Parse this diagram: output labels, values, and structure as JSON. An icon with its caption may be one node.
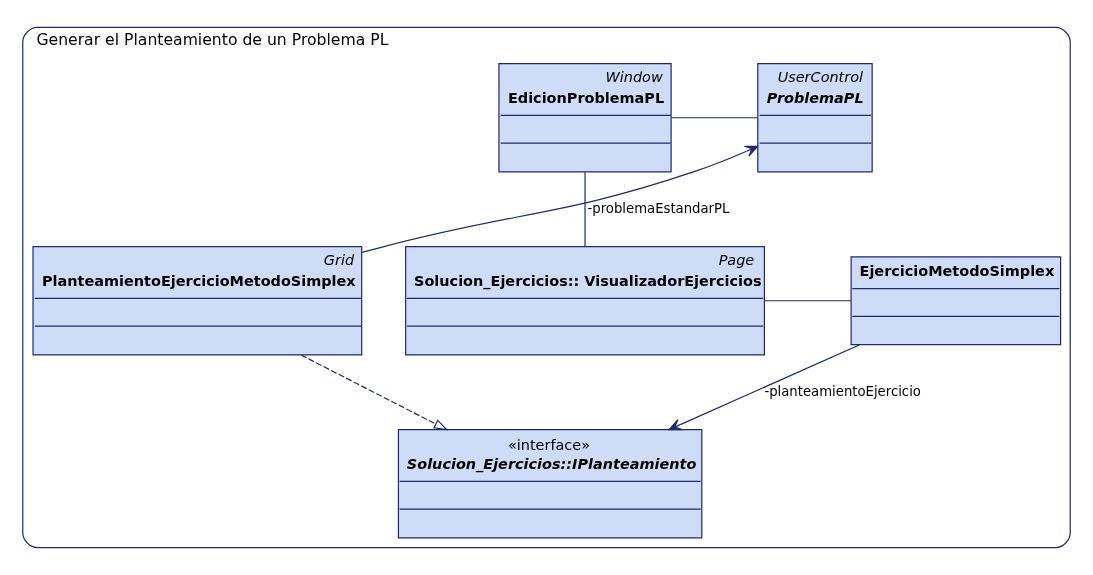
{
  "diagram": {
    "nodes": [
      {
        "text": [
          "Generar el Planteamiento de un Problema PL"
        ]
      },
      {
        "text": [
          "Window",
          "EdicionProblemaPL"
        ],
        "in": 0
      },
      {
        "text": [
          "UserControl",
          "ProblemaPL"
        ],
        "in": 0
      },
      {
        "text": [
          "Page",
          "Solucion_Ejercicios:: VisualizadorEjercicios"
        ],
        "in": 0
      },
      {
        "text": [
          "EjercicioMetodoSimplex"
        ],
        "in": 0
      },
      {
        "text": [
          "Grid",
          "PlanteamientoEjercicioMetodoSimplex"
        ],
        "in": 0
      },
      {
        "text": [
          "«interface»",
          "Solucion_Ejercicios::IPlanteamiento"
        ],
        "in": 0
      }
    ],
    "edges": [
      {
        "from": 1,
        "to": 2,
        "arrow": "none"
      },
      {
        "from": 1,
        "to": 3,
        "arrow": "none"
      },
      {
        "from": 3,
        "to": 4,
        "arrow": "none"
      },
      {
        "from": 5,
        "to": 2,
        "arrow": "to",
        "label": "-problemaEstandarPL"
      },
      {
        "from": 4,
        "to": 6,
        "arrow": "to",
        "label": "-planteamientoEjercicio"
      },
      {
        "from": 5,
        "to": 6,
        "arrow": "to",
        "style": "dashed"
      }
    ]
  }
}
